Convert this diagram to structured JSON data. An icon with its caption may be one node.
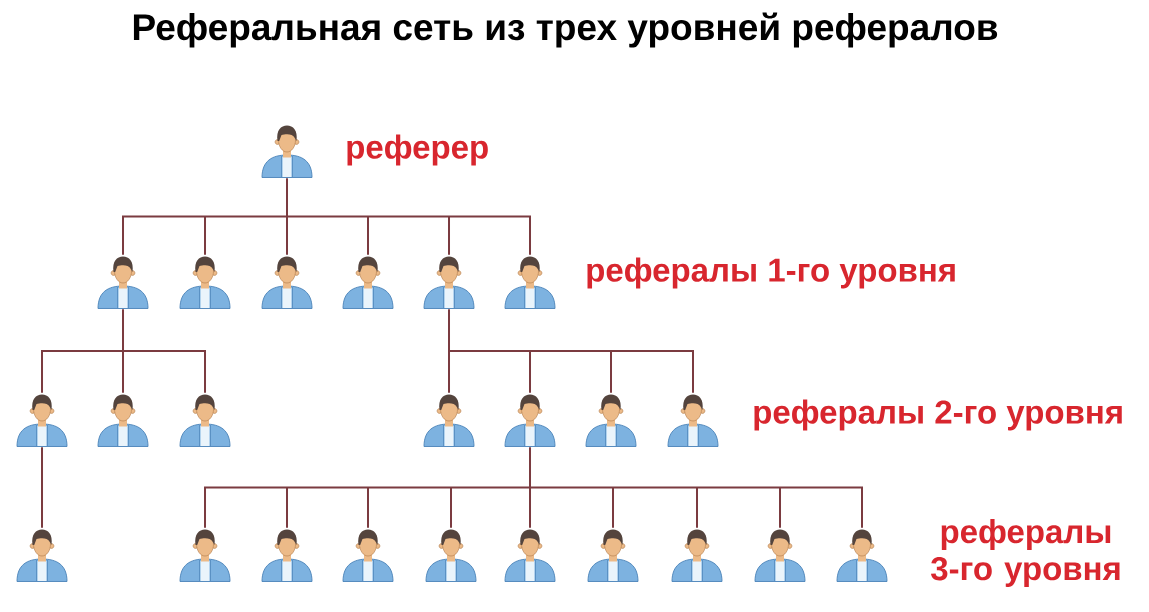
{
  "diagram": {
    "title": "Реферальная сеть из трех уровней рефералов",
    "nodes": [
      {
        "text": [],
        "shape": "person",
        "beside": [
          "реферер"
        ]
      },
      {
        "text": [],
        "shape": "person"
      },
      {
        "text": [],
        "shape": "person"
      },
      {
        "text": [],
        "shape": "person"
      },
      {
        "text": [],
        "shape": "person"
      },
      {
        "text": [],
        "shape": "person"
      },
      {
        "text": [],
        "shape": "person"
      },
      {
        "text": [],
        "shape": "person"
      },
      {
        "text": [],
        "shape": "person"
      },
      {
        "text": [],
        "shape": "person"
      },
      {
        "text": [],
        "shape": "person"
      },
      {
        "text": [],
        "shape": "person"
      },
      {
        "text": [],
        "shape": "person"
      },
      {
        "text": [],
        "shape": "person"
      },
      {
        "text": [],
        "shape": "person"
      },
      {
        "text": [],
        "shape": "person"
      },
      {
        "text": [],
        "shape": "person"
      },
      {
        "text": [],
        "shape": "person"
      },
      {
        "text": [],
        "shape": "person"
      },
      {
        "text": [],
        "shape": "person"
      },
      {
        "text": [],
        "shape": "person"
      },
      {
        "text": [],
        "shape": "person"
      },
      {
        "text": [],
        "shape": "person"
      },
      {
        "text": [],
        "shape": "person"
      }
    ],
    "edges": [
      {
        "from": 0,
        "to": 1,
        "arrow": "none"
      },
      {
        "from": 0,
        "to": 2,
        "arrow": "none"
      },
      {
        "from": 0,
        "to": 3,
        "arrow": "none"
      },
      {
        "from": 0,
        "to": 4,
        "arrow": "none"
      },
      {
        "from": 0,
        "to": 5,
        "arrow": "none"
      },
      {
        "from": 0,
        "to": 6,
        "arrow": "none"
      },
      {
        "from": 1,
        "to": 7,
        "arrow": "none"
      },
      {
        "from": 1,
        "to": 8,
        "arrow": "none"
      },
      {
        "from": 1,
        "to": 9,
        "arrow": "none"
      },
      {
        "from": 5,
        "to": 10,
        "arrow": "none"
      },
      {
        "from": 5,
        "to": 11,
        "arrow": "none"
      },
      {
        "from": 5,
        "to": 12,
        "arrow": "none"
      },
      {
        "from": 5,
        "to": 13,
        "arrow": "none"
      },
      {
        "from": 7,
        "to": 14,
        "arrow": "none"
      },
      {
        "from": 11,
        "to": 15,
        "arrow": "none"
      },
      {
        "from": 11,
        "to": 16,
        "arrow": "none"
      },
      {
        "from": 11,
        "to": 17,
        "arrow": "none"
      },
      {
        "from": 11,
        "to": 18,
        "arrow": "none"
      },
      {
        "from": 11,
        "to": 19,
        "arrow": "none"
      },
      {
        "from": 11,
        "to": 20,
        "arrow": "none"
      },
      {
        "from": 11,
        "to": 21,
        "arrow": "none"
      },
      {
        "from": 11,
        "to": 22,
        "arrow": "none"
      },
      {
        "from": 11,
        "to": 23,
        "arrow": "none"
      }
    ],
    "labels": [
      "рефералы 1-го уровня",
      "рефералы 2-го уровня",
      "рефералы 3-го уровня"
    ]
  }
}
